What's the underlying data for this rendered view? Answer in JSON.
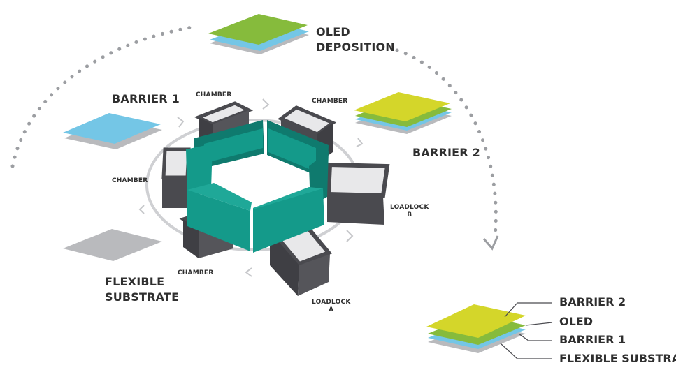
{
  "colors": {
    "teal": "#149a8a",
    "teal_dark": "#0f7a6e",
    "chamber_dark": "#4a4a4f",
    "chamber_top": "#e8e8ea",
    "oled_green": "#86bb3c",
    "barrier_blue": "#74c6e6",
    "barrier2_yellow": "#d4d62a",
    "substrate_gray": "#b9babd",
    "dots_gray": "#9c9ea2"
  },
  "labels": {
    "oled_deposition_line1": "OLED",
    "oled_deposition_line2": "DEPOSITION",
    "barrier1": "BARRIER 1",
    "barrier2": "BARRIER 2",
    "flexible_substrate_line1": "FLEXIBLE",
    "flexible_substrate_line2": "SUBSTRATE",
    "chamber": "CHAMBER",
    "loadlock_a_line1": "LOADLOCK",
    "loadlock_a_line2": "A",
    "loadlock_b_line1": "LOADLOCK",
    "loadlock_b_line2": "B"
  },
  "stack_legend": {
    "barrier2": "BARRIER 2",
    "oled": "OLED",
    "barrier1": "BARRIER 1",
    "flexible_substrate": "FLEXIBLE SUBSTRATE"
  }
}
